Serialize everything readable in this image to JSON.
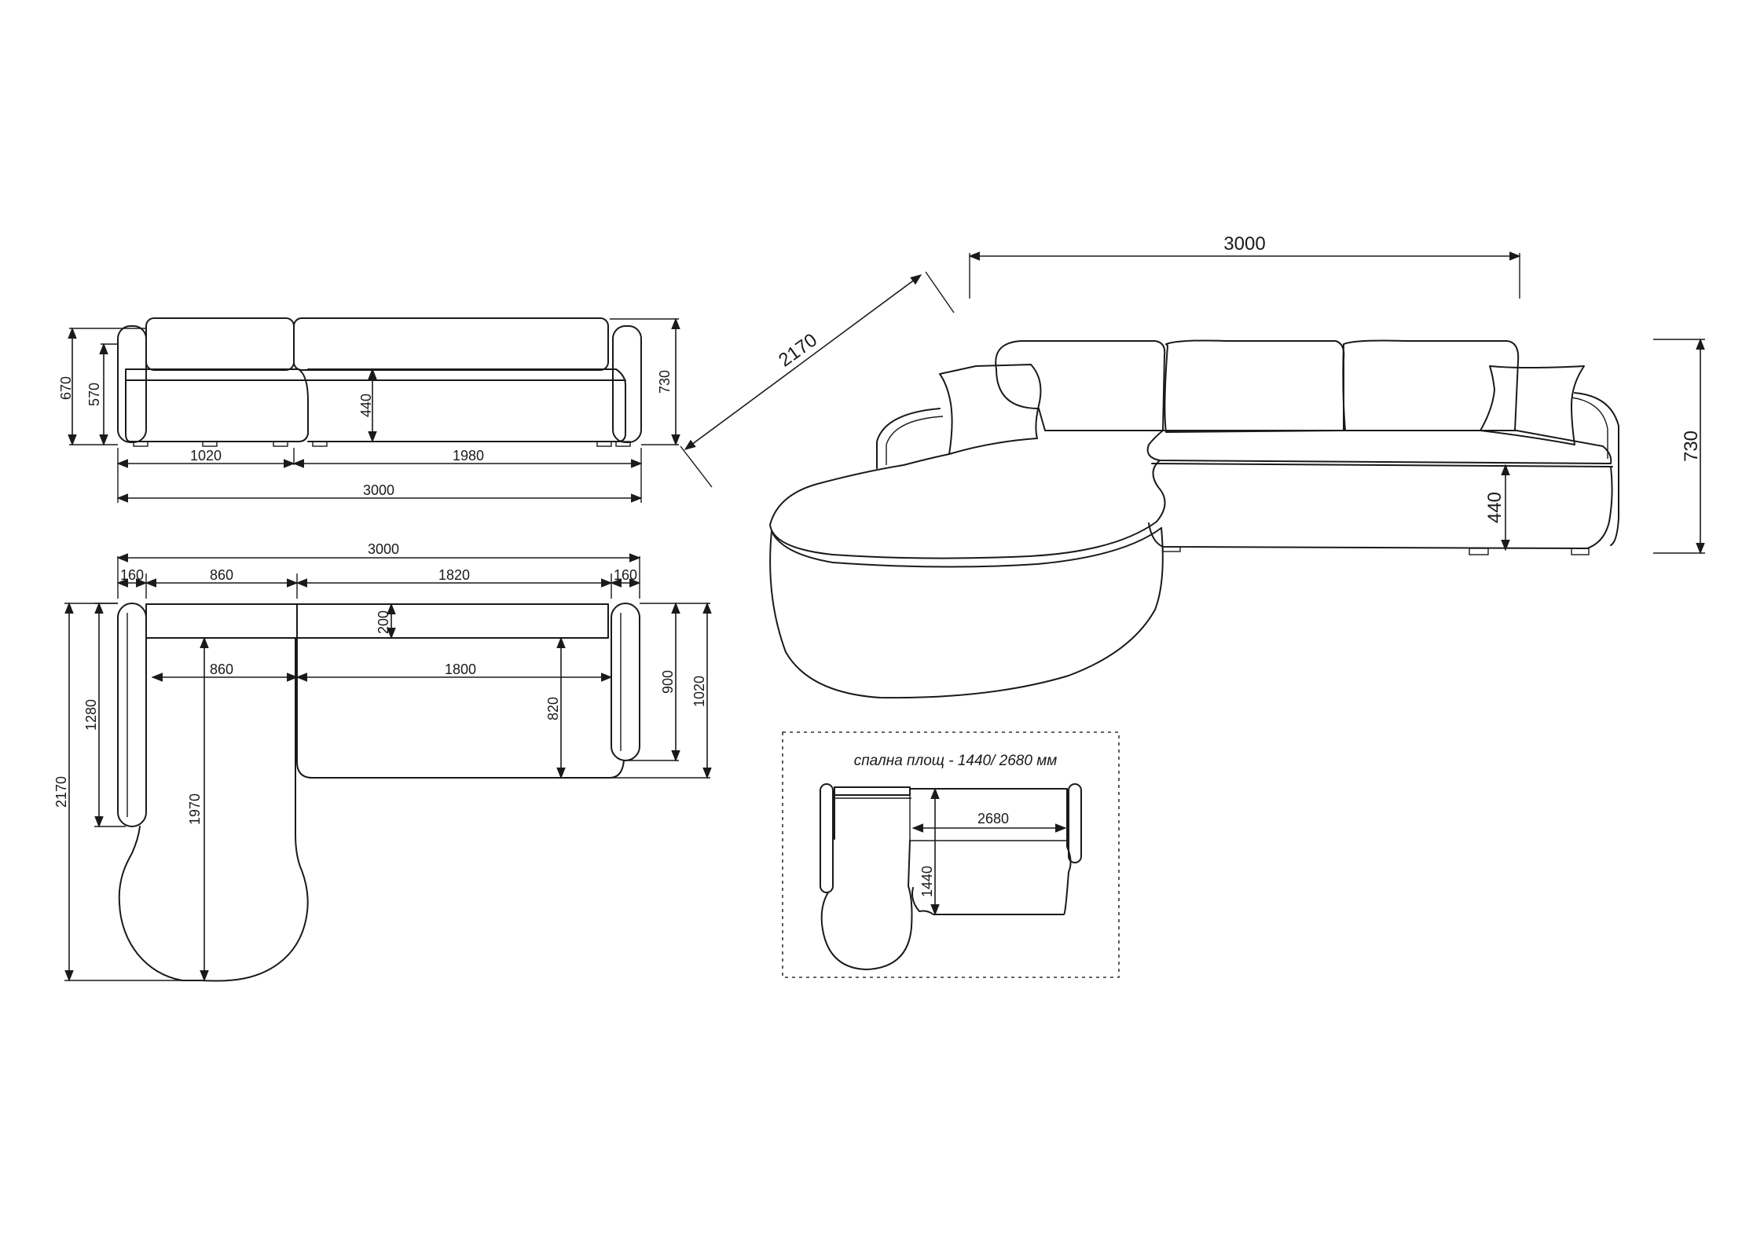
{
  "front_view": {
    "height_total": "670",
    "height_back": "570",
    "seat_height": "440",
    "side_height": "730",
    "left_width": "1020",
    "right_width": "1980",
    "total_width": "3000"
  },
  "top_view": {
    "total_width": "3000",
    "arm_left": "160",
    "left_section": "860",
    "right_section": "1820",
    "arm_right": "160",
    "back_depth": "200",
    "seat_left": "860",
    "seat_right": "1800",
    "chaise_seat_depth": "1970",
    "main_seat_depth": "820",
    "arm_length": "1280",
    "total_depth": "2170",
    "depth_inner": "900",
    "depth_outer": "1020"
  },
  "perspective_view": {
    "width": "3000",
    "depth": "2170",
    "height": "730",
    "seat_height": "440"
  },
  "sleeping_area": {
    "note": "спална площ - 1440/ 2680 мм",
    "length": "2680",
    "width": "1440"
  }
}
